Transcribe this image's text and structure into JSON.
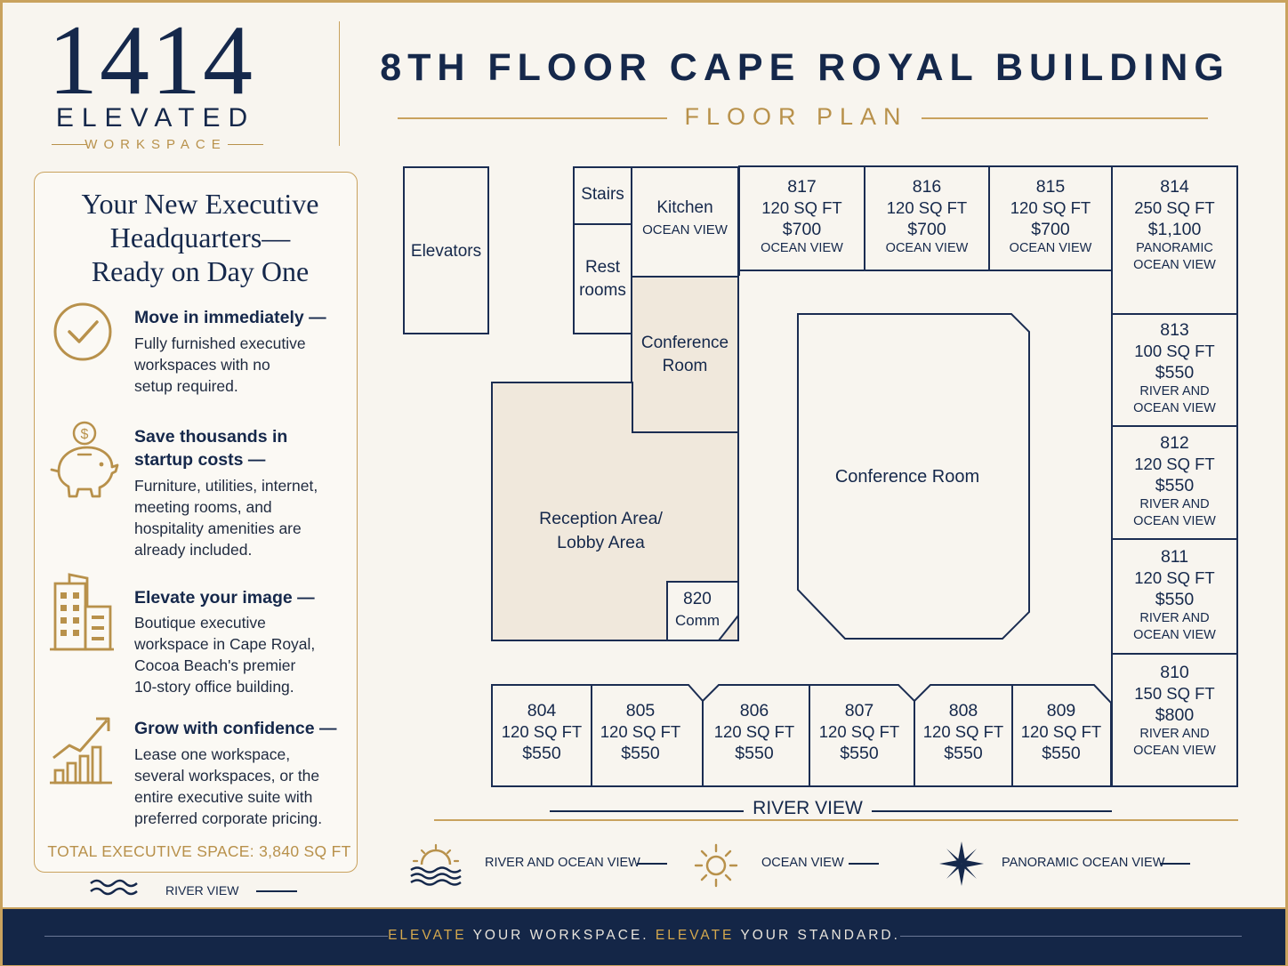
{
  "logo": {
    "number": "1414",
    "word": "ELEVATED",
    "sub": "WORKSPACE"
  },
  "header": {
    "title": "8TH FLOOR CAPE ROYAL BUILDING",
    "subtitle": "FLOOR PLAN"
  },
  "sidebar": {
    "title_lines": [
      "Your New Executive",
      "Headquarters—",
      "Ready on Day One"
    ],
    "features": [
      {
        "icon": "checkmark-circle-icon",
        "head": [
          "Move in immediately —"
        ],
        "body": [
          "Fully furnished executive",
          "workspaces with no",
          "setup required."
        ]
      },
      {
        "icon": "piggy-bank-icon",
        "head": [
          "Save thousands in",
          "startup costs —"
        ],
        "body": [
          "Furniture, utilities, internet,",
          "meeting rooms, and",
          "hospitality amenities are",
          "already included."
        ]
      },
      {
        "icon": "building-icon",
        "head": [
          "Elevate your image —"
        ],
        "body": [
          "Boutique executive",
          "workspace in Cape Royal,",
          "Cocoa Beach's premier",
          "10-story office building."
        ]
      },
      {
        "icon": "growth-chart-icon",
        "head": [
          "Grow with confidence —"
        ],
        "body": [
          "Lease one workspace,",
          "several workspaces, or the",
          "entire executive suite with",
          "preferred corporate pricing."
        ]
      }
    ],
    "total": "TOTAL EXECUTIVE SPACE: 3,840 SQ FT",
    "river_legend": "RIVER VIEW"
  },
  "plan": {
    "elevators": "Elevators",
    "stairs": "Stairs",
    "restrooms": [
      "Rest",
      "rooms"
    ],
    "kitchen": "Kitchen",
    "kitchen_view": "OCEAN VIEW",
    "conference_small": [
      "Conference",
      "Room"
    ],
    "conference_large": "Conference Room",
    "reception": [
      "Reception Area/",
      "Lobby Area"
    ],
    "comm": {
      "num": "820",
      "label": "Comm"
    },
    "top_units": [
      {
        "num": "817",
        "sq": "120 SQ FT",
        "price": "$700",
        "view": [
          "OCEAN VIEW"
        ]
      },
      {
        "num": "816",
        "sq": "120 SQ FT",
        "price": "$700",
        "view": [
          "OCEAN VIEW"
        ]
      },
      {
        "num": "815",
        "sq": "120 SQ FT",
        "price": "$700",
        "view": [
          "OCEAN VIEW"
        ]
      },
      {
        "num": "814",
        "sq": "250 SQ FT",
        "price": "$1,100",
        "view": [
          "PANORAMIC",
          "OCEAN VIEW"
        ]
      }
    ],
    "right_units": [
      {
        "num": "813",
        "sq": "100 SQ FT",
        "price": "$550",
        "view": [
          "RIVER AND",
          "OCEAN VIEW"
        ]
      },
      {
        "num": "812",
        "sq": "120 SQ FT",
        "price": "$550",
        "view": [
          "RIVER AND",
          "OCEAN VIEW"
        ]
      },
      {
        "num": "811",
        "sq": "120 SQ FT",
        "price": "$550",
        "view": [
          "RIVER AND",
          "OCEAN VIEW"
        ]
      },
      {
        "num": "810",
        "sq": "150 SQ FT",
        "price": "$800",
        "view": [
          "RIVER AND",
          "OCEAN VIEW"
        ]
      }
    ],
    "bottom_units": [
      {
        "num": "804",
        "sq": "120 SQ FT",
        "price": "$550"
      },
      {
        "num": "805",
        "sq": "120 SQ FT",
        "price": "$550"
      },
      {
        "num": "806",
        "sq": "120 SQ FT",
        "price": "$550"
      },
      {
        "num": "807",
        "sq": "120 SQ FT",
        "price": "$550"
      },
      {
        "num": "808",
        "sq": "120 SQ FT",
        "price": "$550"
      },
      {
        "num": "809",
        "sq": "120 SQ FT",
        "price": "$550"
      }
    ],
    "river_view": "RIVER VIEW"
  },
  "legend": [
    {
      "icon": "sunset-waves-icon",
      "label": "RIVER AND OCEAN VIEW"
    },
    {
      "icon": "sun-icon",
      "label": "OCEAN VIEW"
    },
    {
      "icon": "compass-star-icon",
      "label": "PANORAMIC OCEAN VIEW"
    }
  ],
  "footer": {
    "word1": "ELEVATE",
    "text1": " YOUR WORKSPACE. ",
    "word2": "ELEVATE",
    "text2": " YOUR STANDARD."
  },
  "colors": {
    "navy": "#15284b",
    "gold": "#c9a25e",
    "beige": "#f0e8dc",
    "background": "#f8f5ef"
  }
}
